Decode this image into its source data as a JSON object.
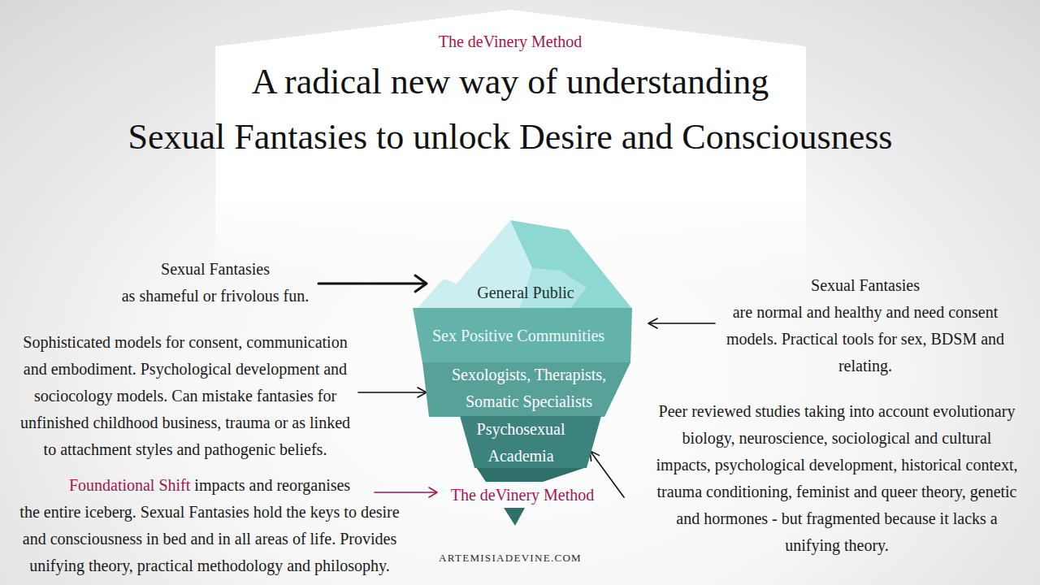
{
  "diagram": {
    "title": "A radical new way of understanding Sexual Fantasies to unlock Desire and Consciousness",
    "nodes": [
      {
        "text": [
          "General Public"
        ]
      },
      {
        "text": [
          "Sex Positive Communities"
        ]
      },
      {
        "text": [
          "Sexologists, Therapists, Somatic Specialists"
        ]
      },
      {
        "text": [
          "Psychosexual Academia"
        ]
      }
    ],
    "labels": [
      "The deVinery Method",
      "Sexual Fantasies as shameful or frivolous fun.",
      "Sexual Fantasies are normal and healthy and need consent models. Practical tools for sex, BDSM and relating.",
      "Sophisticated models for consent, communication and embodiment. Psychological development and sociocology models. Can mistake fantasies for unfinished childhood business, trauma or as linked to attachment styles and pathogenic beliefs.",
      "Peer reviewed studies taking into account evolutionary biology, neuroscience, sociological and cultural impacts, psychological development, historical context, trauma conditioning, feminist and queer theory, genetic and hormones - but fragmented because it lacks a unifying theory.",
      "Foundational Shift",
      "impacts and reorganises the entire iceberg. Sexual Fantasies hold the keys to desire and consciousness in bed and in all areas of life. Provides unifying theory, practical methodology and philosophy.",
      "The deVinery Method",
      "ARTEMISIADEVINE.COM"
    ]
  }
}
